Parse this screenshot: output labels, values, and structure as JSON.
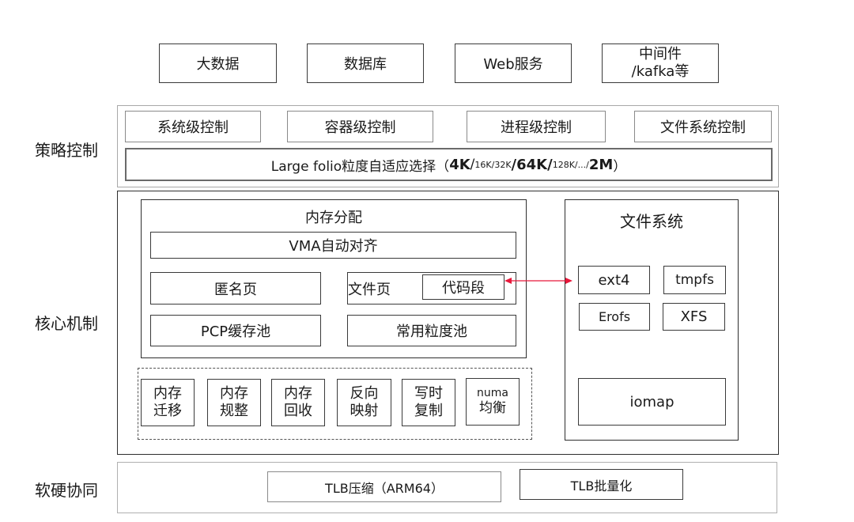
{
  "apps": {
    "items": [
      {
        "label": "大数据"
      },
      {
        "label": "数据库"
      },
      {
        "label": "Web服务"
      },
      {
        "label_line1": "中间件",
        "label_line2": "/kafka等"
      }
    ]
  },
  "policy": {
    "row_label": "策略控制",
    "controls": [
      {
        "label": "系统级控制"
      },
      {
        "label": "容器级控制"
      },
      {
        "label": "进程级控制"
      },
      {
        "label": "文件系统控制"
      }
    ],
    "folio": {
      "prefix": "Large folio粒度自适应选择（",
      "seg1": "4K",
      "seg2": "/",
      "seg3": "16K/32K",
      "seg4": "/64K/",
      "seg5": "128K/.../",
      "seg6": "2M",
      "suffix": "）"
    }
  },
  "core": {
    "row_label": "核心机制",
    "memory_alloc": {
      "title": "内存分配",
      "vma": "VMA自动对齐",
      "anon": "匿名页",
      "file_page": "文件页",
      "code_seg": "代码段",
      "pcp": "PCP缓存池",
      "common_pool": "常用粒度池"
    },
    "mechanisms": [
      {
        "line1": "内存",
        "line2": "迁移"
      },
      {
        "line1": "内存",
        "line2": "规整"
      },
      {
        "line1": "内存",
        "line2": "回收"
      },
      {
        "line1": "反向",
        "line2": "映射"
      },
      {
        "line1": "写时",
        "line2": "复制"
      },
      {
        "line1": "numa",
        "line2": "均衡"
      }
    ],
    "filesystem": {
      "title": "文件系统",
      "items": [
        {
          "label": "ext4"
        },
        {
          "label": "tmpfs"
        },
        {
          "label": "Erofs"
        },
        {
          "label": "XFS"
        }
      ],
      "iomap": "iomap"
    },
    "arrow_color": "#e8173a"
  },
  "hw": {
    "row_label": "软硬协同",
    "tlb_compress": "TLB压缩（ARM64）",
    "tlb_batch": "TLB批量化"
  }
}
